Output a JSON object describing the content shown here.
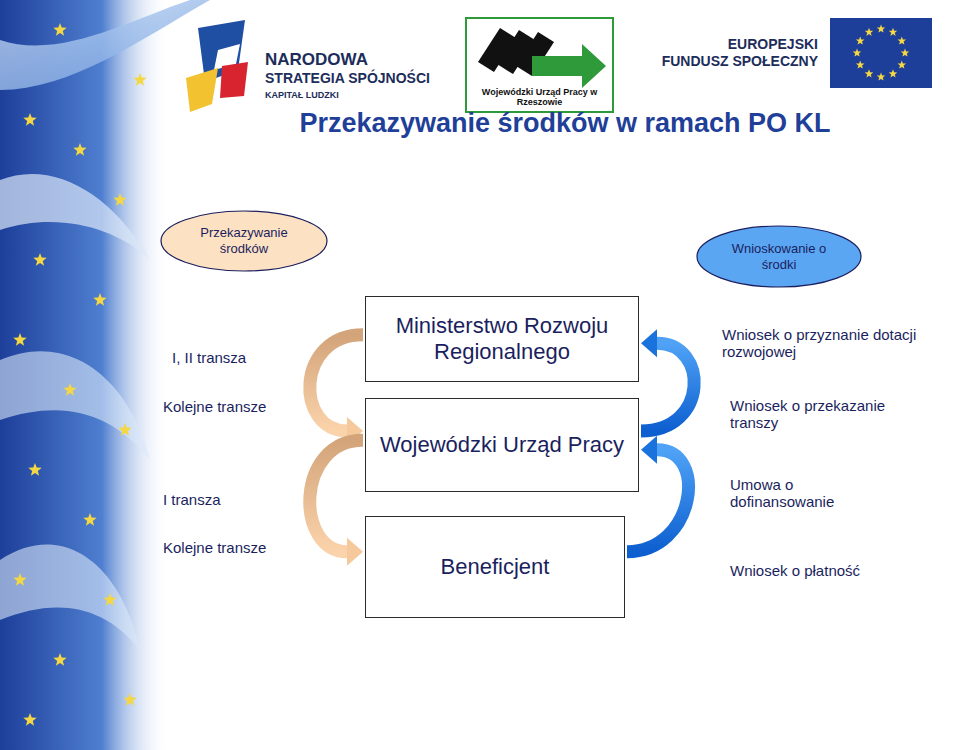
{
  "diagram": {
    "title": "Przekazywanie środków w ramach PO KL",
    "nodes": [
      {
        "text": [
          "Wojewódzki Urząd Pracy w Rzeszowie"
        ]
      },
      {
        "text": [
          "Przekazywanie środków"
        ]
      },
      {
        "text": [
          "Wnioskowanie o środki"
        ]
      },
      {
        "text": [
          "Ministerstwo Rozwoju Regionalnego"
        ]
      },
      {
        "text": [
          "Wojewódzki Urząd Pracy"
        ]
      },
      {
        "text": [
          "Beneficjent"
        ]
      }
    ],
    "edges": [
      {
        "from": 3,
        "to": 4,
        "arrow": "to"
      },
      {
        "from": 4,
        "to": 5,
        "arrow": "to"
      },
      {
        "from": 4,
        "to": 3,
        "arrow": "to"
      },
      {
        "from": 5,
        "to": 4,
        "arrow": "to"
      }
    ],
    "labels": [
      "NARODOWA",
      "STRATEGIA SPÓJNOŚCI",
      "KAPITAŁ LUDZKI",
      "EUROPEJSKI",
      "FUNDUSZ SPOŁECZNY",
      "I, II transza",
      "Kolejne transze",
      "I transza",
      "Kolejne transze",
      "Wniosek o przyznanie dotacji rozwojowej",
      "Wniosek o przekazanie transzy",
      "Umowa o dofinansowanie",
      "Wniosek o płatność"
    ]
  }
}
